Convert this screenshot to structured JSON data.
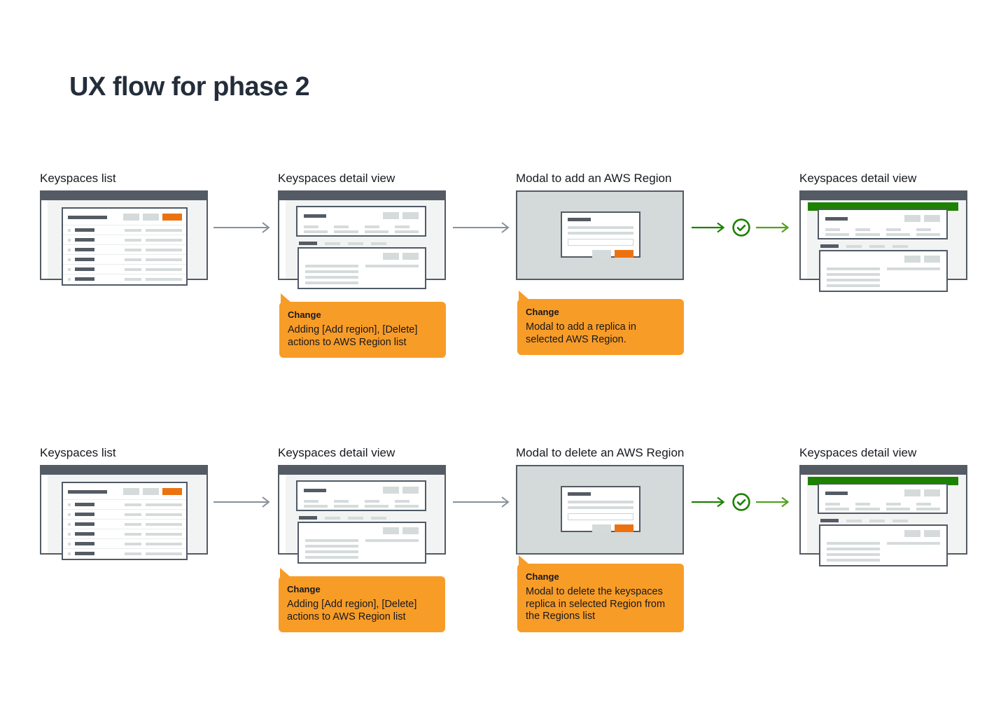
{
  "page": {
    "title": "UX flow for phase 2"
  },
  "palette": {
    "slate": "#545b64",
    "aws_orange": "#ec7211",
    "callout_orange": "#f89c28",
    "success_green": "#1d8102",
    "light_green": "#55a11f",
    "arrow_gray": "#87919a"
  },
  "rows": [
    {
      "steps": [
        {
          "label": "Keyspaces list"
        },
        {
          "label": "Keyspaces detail view",
          "callout": {
            "heading": "Change",
            "body": "Adding [Add region], [Delete] actions to AWS Region list"
          }
        },
        {
          "label": "Modal to add an AWS Region",
          "callout": {
            "heading": "Change",
            "body": "Modal to add a replica in selected AWS Region."
          }
        },
        {
          "label": "Keyspaces detail view"
        }
      ]
    },
    {
      "steps": [
        {
          "label": "Keyspaces list"
        },
        {
          "label": "Keyspaces detail view",
          "callout": {
            "heading": "Change",
            "body": "Adding [Add region], [Delete] actions to AWS Region list"
          }
        },
        {
          "label": "Modal to delete an AWS Region",
          "callout": {
            "heading": "Change",
            "body": "Modal to delete the keyspaces replica in selected Region from the Regions list"
          }
        },
        {
          "label": "Keyspaces detail view"
        }
      ]
    }
  ]
}
